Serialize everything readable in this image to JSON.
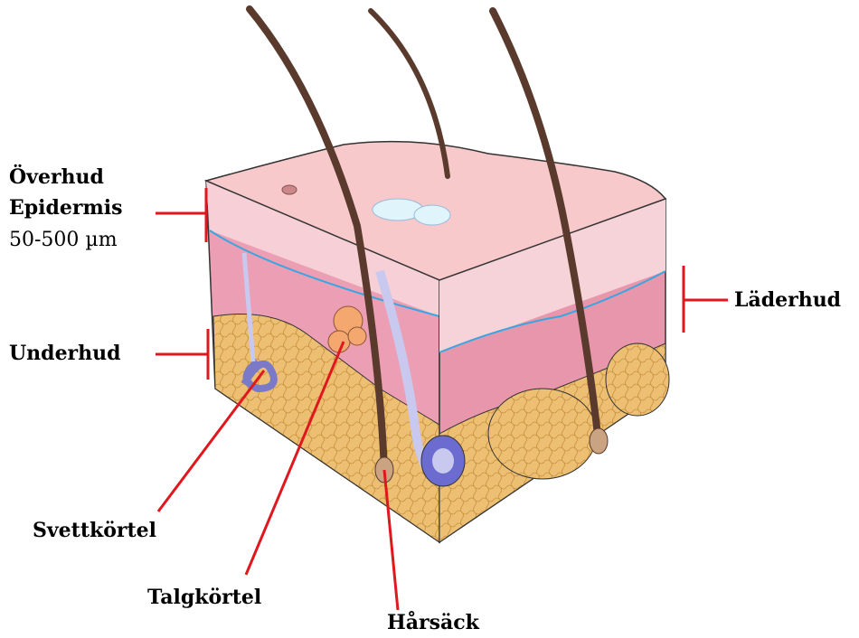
{
  "labels": {
    "epidermis_sv": "Överhud",
    "epidermis_la": "Epidermis",
    "epidermis_size": "50-500 µm",
    "dermis": "Läderhud",
    "hypodermis": "Underhud",
    "sweat_gland": "Svettkörtel",
    "sebaceous_gland": "Talgkörtel",
    "hair_follicle": "Hårsäck"
  },
  "colors": {
    "leader_line": "#e0181e",
    "epidermis": "#f5c8cc",
    "dermis": "#e9a0b2",
    "fat": "#e8b66a",
    "hair": "#5a3a2c",
    "gland": "#c9c9ef",
    "vessel": "#3aa5e0"
  }
}
